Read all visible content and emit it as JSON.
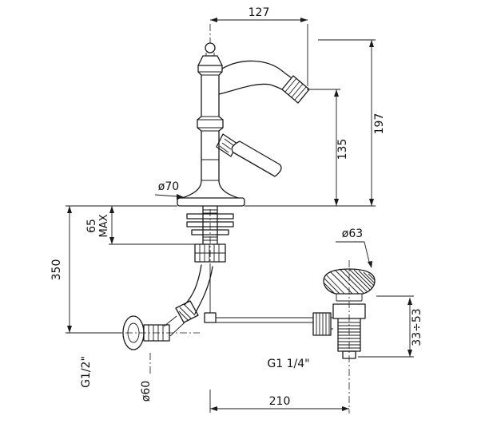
{
  "style": {
    "line_color": "#1a1a1a",
    "background": "#ffffff",
    "text_color": "#111111"
  },
  "dimensions": {
    "spout_reach": "127",
    "overall_height": "197",
    "outlet_height": "135",
    "base_diameter": "ø70",
    "max_deck": "65",
    "max_deck_label": "MAX",
    "deck_to_inlet": "350",
    "inlet_thread": "G1/2\"",
    "escutcheon_diameter": "ø60",
    "waste_thread": "G1 1/4\"",
    "center_distance": "210",
    "waste_flange_diameter": "ø63",
    "clamping_range": "33÷53"
  }
}
